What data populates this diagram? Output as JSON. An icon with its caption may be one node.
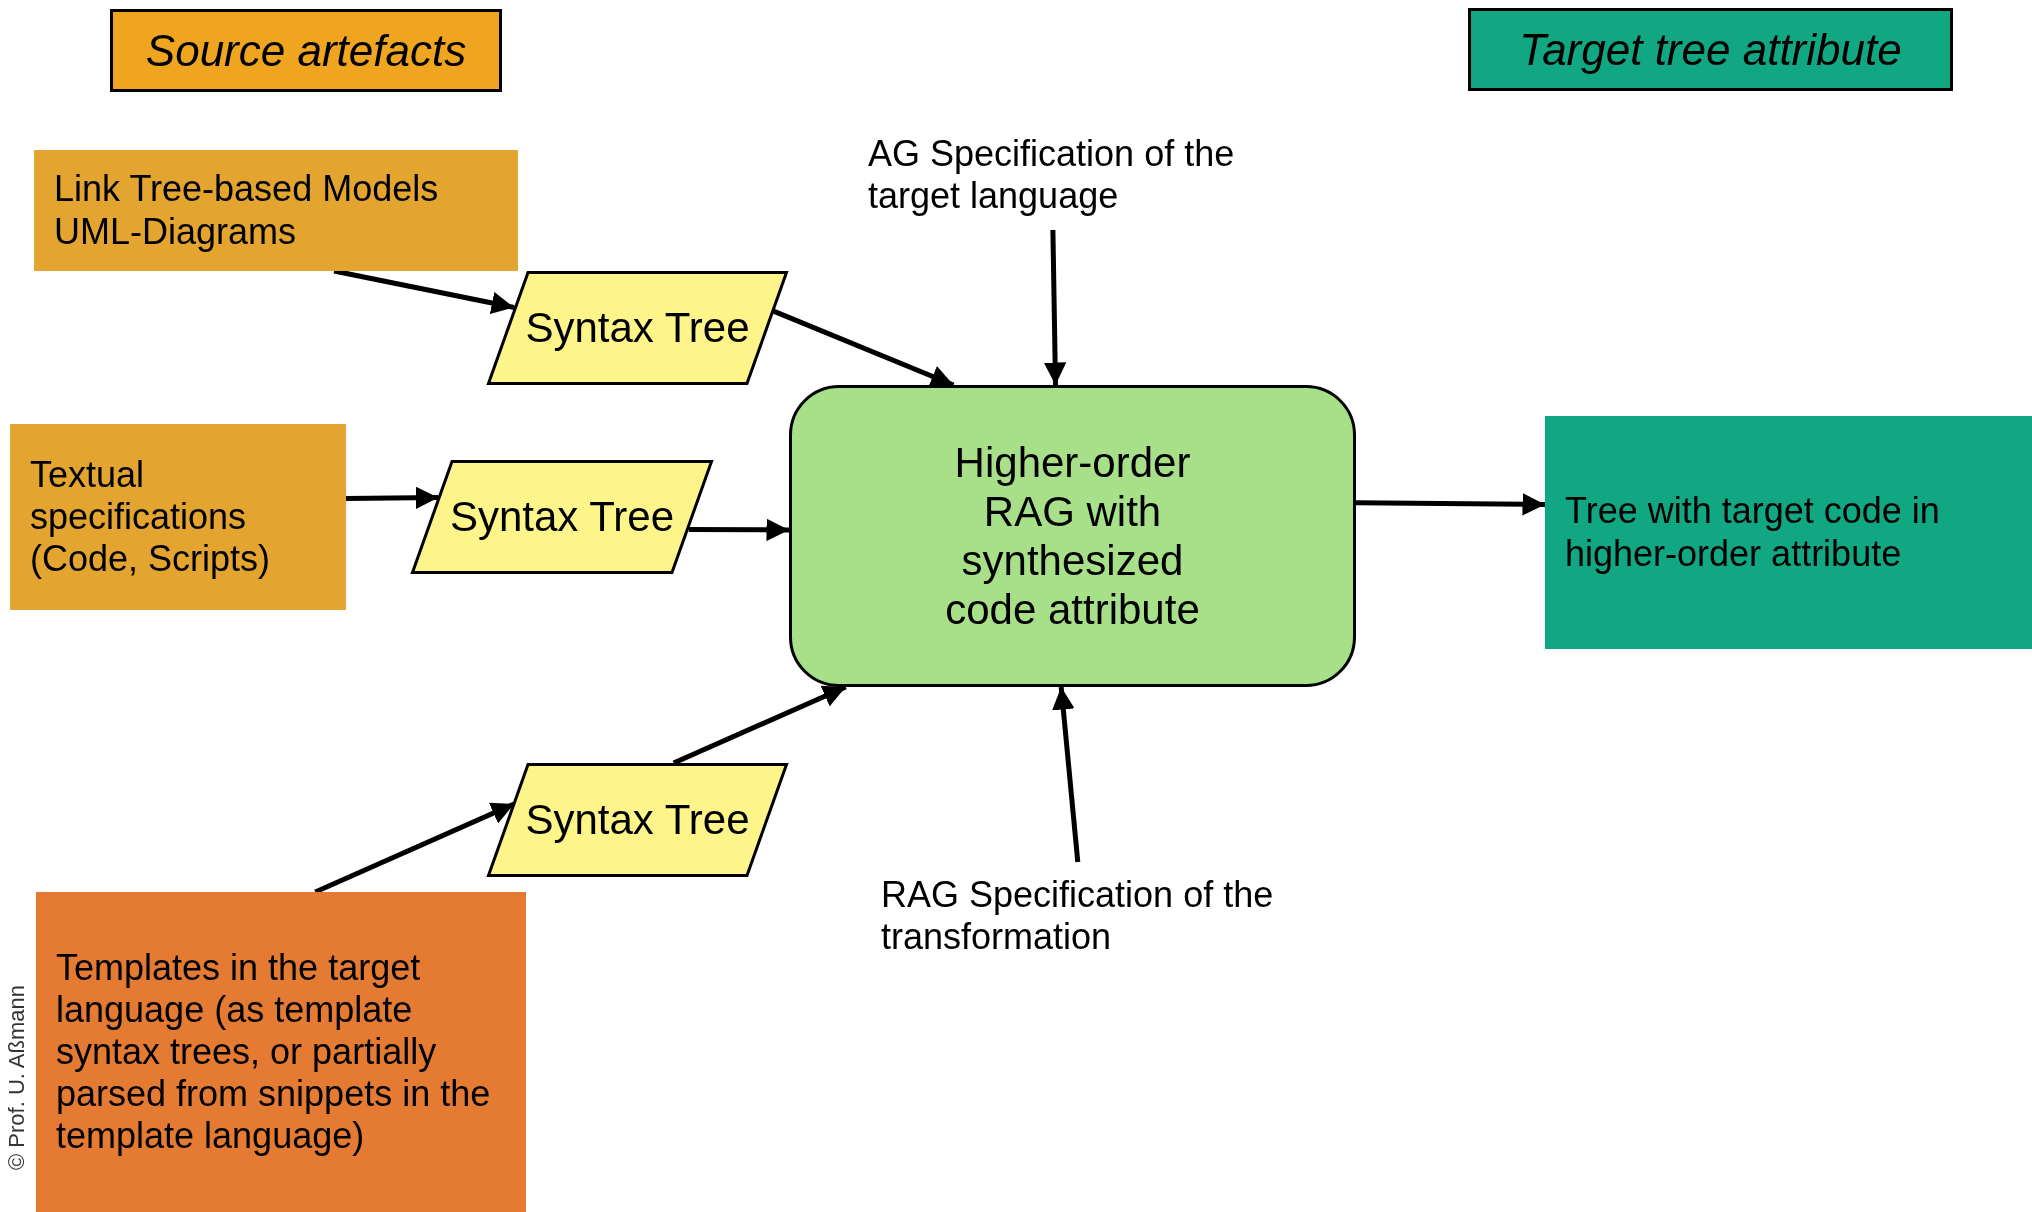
{
  "diagram": {
    "nodes": [
      {
        "text": [
          "Source artefacts"
        ]
      },
      {
        "text": [
          "Target tree attribute"
        ]
      },
      {
        "text": [
          "Link Tree-based Models",
          "UML-Diagrams"
        ]
      },
      {
        "text": [
          "AG Specification of the target language"
        ]
      },
      {
        "text": [
          "Syntax Tree"
        ]
      },
      {
        "text": [
          "Textual specifications (Code, Scripts)"
        ]
      },
      {
        "text": [
          "Syntax Tree"
        ]
      },
      {
        "text": [
          "Higher-order RAG with synthesized code attribute"
        ]
      },
      {
        "text": [
          "Tree with target code in higher-order attribute"
        ]
      },
      {
        "text": [
          "Syntax Tree"
        ]
      },
      {
        "text": [
          "RAG Specification of the transformation"
        ]
      },
      {
        "text": [
          "Templates in the target language (as template syntax trees, or partially parsed from snippets in the template language)"
        ]
      }
    ],
    "edges": [
      {
        "from": 2,
        "to": 4,
        "arrow": "to"
      },
      {
        "from": 4,
        "to": 7,
        "arrow": "to"
      },
      {
        "from": 5,
        "to": 6,
        "arrow": "to"
      },
      {
        "from": 6,
        "to": 7,
        "arrow": "to"
      },
      {
        "from": 11,
        "to": 9,
        "arrow": "to"
      },
      {
        "from": 9,
        "to": 7,
        "arrow": "to"
      },
      {
        "from": 3,
        "to": 7,
        "arrow": "to"
      },
      {
        "from": 10,
        "to": 7,
        "arrow": "to"
      },
      {
        "from": 7,
        "to": 8,
        "arrow": "to"
      }
    ],
    "labels": [
      "© Prof. U. Aßmann"
    ]
  }
}
